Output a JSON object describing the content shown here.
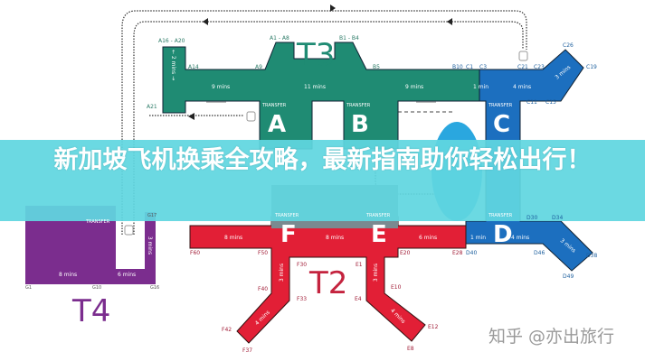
{
  "title": "新加坡飞机换乘全攻略，最新指南助你轻松出行！",
  "watermark": "知乎 @亦出旅行",
  "colors": {
    "t3": "#1f8b73",
    "t1blue": "#1c6fbf",
    "t2red": "#e21f36",
    "t4purple": "#7b2d8e",
    "banner": "#60d6e0"
  },
  "terminals": {
    "t3": "T3",
    "t2": "T2",
    "t4": "T4"
  },
  "transfer_label": "TRANSFER",
  "transfers": {
    "a": "A",
    "b": "B",
    "c": "C",
    "d": "D",
    "e": "E",
    "f": "F"
  },
  "gates": {
    "a16_a20": "A16 - A20",
    "a14": "A14",
    "a21": "A21",
    "a9": "A9",
    "a1_a8": "A1 - A8",
    "b1_b4": "B1 - B4",
    "b5": "B5",
    "b10": "B10",
    "c1": "C1",
    "c3": "C3",
    "c21": "C21",
    "c23": "C23",
    "c26": "C26",
    "c19": "C19",
    "c11": "C11",
    "c15": "C15",
    "d30": "D30",
    "d34": "D34",
    "d40": "D40",
    "d46": "D46",
    "d38": "D38",
    "d49": "D49",
    "e28": "E28",
    "e20": "E20",
    "e1": "E1",
    "e4": "E4",
    "e10": "E10",
    "e12": "E12",
    "e8": "E8",
    "f60": "F60",
    "f50": "F50",
    "f30": "F30",
    "f40": "F40",
    "f33": "F33",
    "f42": "F42",
    "f37": "F37",
    "g1": "G1",
    "g10": "G10",
    "g16": "G16",
    "g17": "G17"
  },
  "times": {
    "a_vertical": "← 2 mins →",
    "a14_a9": "9 mins",
    "a9_b5": "11 mins",
    "b5_b10": "9 mins",
    "c1_c3": "1 min",
    "c3_c23": "4 mins",
    "c_arm": "3 mins",
    "f60_f50": "8 mins",
    "f50_e20": "8 mins",
    "e20_e28": "6 mins",
    "d40": "1 min",
    "d_bar": "4 mins",
    "d_arm": "3 mins",
    "f_vert": "3 mins",
    "f_arm": "4 mins",
    "e_vert": "3 mins",
    "e_arm": "4 mins",
    "g1_g10": "8 mins",
    "g10_g16": "6 mins",
    "g_vert": "3 mins"
  }
}
